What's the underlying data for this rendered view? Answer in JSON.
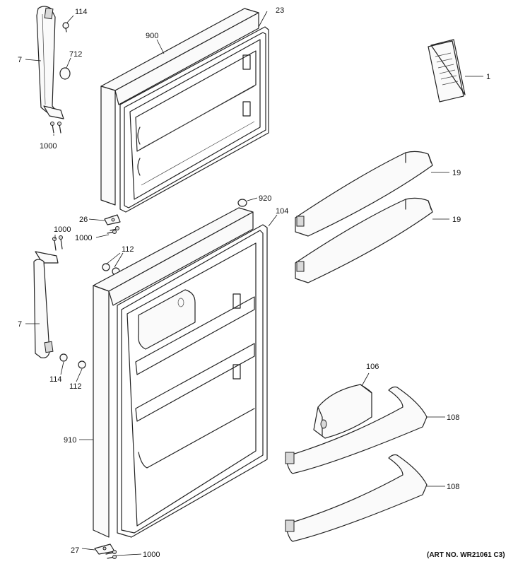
{
  "diagram": {
    "callouts": {
      "c114_top": "114",
      "c7_top": "7",
      "c712": "712",
      "c1000_top": "1000",
      "c900": "900",
      "c23": "23",
      "c1": "1",
      "c19_a": "19",
      "c19_b": "19",
      "c920": "920",
      "c104": "104",
      "c26": "26",
      "c1000_mid_a": "1000",
      "c1000_mid_b": "1000",
      "c112_top": "112",
      "c7_bottom": "7",
      "c114_bottom": "114",
      "c112_bottom": "112",
      "c106": "106",
      "c108_a": "108",
      "c108_b": "108",
      "c910": "910",
      "c27": "27",
      "c1000_bottom": "1000"
    },
    "art_number": "(ART NO. WR21061 C3)"
  }
}
